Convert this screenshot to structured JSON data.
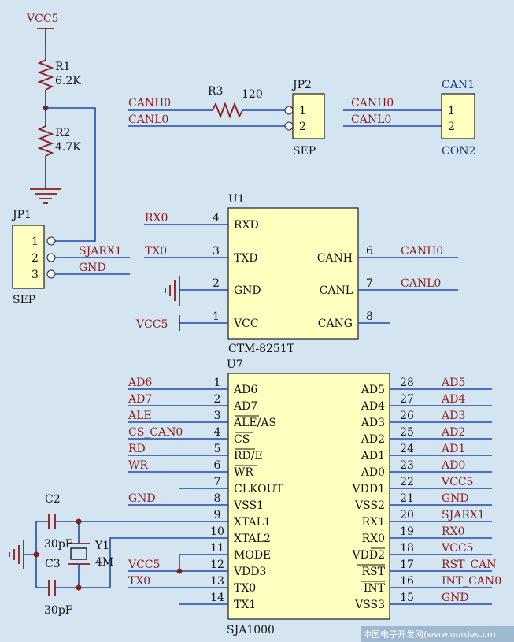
{
  "power": {
    "vcc5_top": "VCC5",
    "vcc5_u1": "VCC5",
    "vcc5_u7": "VCC5"
  },
  "resistors": {
    "r1": {
      "ref": "R1",
      "value": "6.2K"
    },
    "r2": {
      "ref": "R2",
      "value": "4.7K"
    },
    "r3": {
      "ref": "R3",
      "value": "120"
    }
  },
  "jp1": {
    "ref": "JP1",
    "type": "SEP",
    "pins": [
      "1",
      "2",
      "3"
    ],
    "nets": [
      "SJARX1",
      "GND"
    ]
  },
  "jp2": {
    "ref": "JP2",
    "type": "SEP",
    "pins": [
      "1",
      "2"
    ],
    "nets": [
      "CANH0",
      "CANL0"
    ]
  },
  "can1": {
    "ref": "CAN1",
    "type": "CON2",
    "pins": [
      "1",
      "2"
    ],
    "nets": [
      "CANH0",
      "CANL0"
    ]
  },
  "u1": {
    "ref": "U1",
    "part": "CTM-8251T",
    "left": [
      {
        "pin": "4",
        "name": "RXD",
        "net": "RX0"
      },
      {
        "pin": "3",
        "name": "TXD",
        "net": "TX0"
      },
      {
        "pin": "2",
        "name": "GND",
        "net": ""
      },
      {
        "pin": "1",
        "name": "VCC",
        "net": ""
      }
    ],
    "right": [
      {
        "pin": "6",
        "name": "CANH",
        "net": "CANH0"
      },
      {
        "pin": "7",
        "name": "CANL",
        "net": "CANL0"
      },
      {
        "pin": "8",
        "name": "CANG",
        "net": ""
      }
    ]
  },
  "u7": {
    "ref": "U7",
    "part": "SJA1000",
    "left": [
      {
        "pin": "1",
        "name": "AD6",
        "net": "AD6"
      },
      {
        "pin": "2",
        "name": "AD7",
        "net": "AD7"
      },
      {
        "pin": "3",
        "name": "ALE/AS",
        "net": "ALE"
      },
      {
        "pin": "4",
        "name": "CS",
        "net": "CS_CAN0"
      },
      {
        "pin": "5",
        "name": "RD/E",
        "net": "RD"
      },
      {
        "pin": "6",
        "name": "WR",
        "net": "WR"
      },
      {
        "pin": "7",
        "name": "CLKOUT",
        "net": ""
      },
      {
        "pin": "8",
        "name": "VSS1",
        "net": "GND"
      },
      {
        "pin": "9",
        "name": "XTAL1",
        "net": ""
      },
      {
        "pin": "10",
        "name": "XTAL2",
        "net": ""
      },
      {
        "pin": "11",
        "name": "MODE",
        "net": ""
      },
      {
        "pin": "12",
        "name": "VDD3",
        "net": ""
      },
      {
        "pin": "13",
        "name": "TX0",
        "net": "TX0"
      },
      {
        "pin": "14",
        "name": "TX1",
        "net": ""
      }
    ],
    "right": [
      {
        "pin": "28",
        "name": "AD5",
        "net": "AD5"
      },
      {
        "pin": "27",
        "name": "AD4",
        "net": "AD4"
      },
      {
        "pin": "26",
        "name": "AD3",
        "net": "AD3"
      },
      {
        "pin": "25",
        "name": "AD2",
        "net": "AD2"
      },
      {
        "pin": "24",
        "name": "AD1",
        "net": "AD1"
      },
      {
        "pin": "23",
        "name": "AD0",
        "net": "AD0"
      },
      {
        "pin": "22",
        "name": "VDD1",
        "net": "VCC5"
      },
      {
        "pin": "21",
        "name": "VSS2",
        "net": "GND"
      },
      {
        "pin": "20",
        "name": "RX1",
        "net": "SJARX1"
      },
      {
        "pin": "19",
        "name": "RX0",
        "net": "RX0"
      },
      {
        "pin": "18",
        "name": "VDD2",
        "net": "VCC5"
      },
      {
        "pin": "17",
        "name": "RST",
        "net": "RST_CAN"
      },
      {
        "pin": "16",
        "name": "INT",
        "net": "INT_CAN0"
      },
      {
        "pin": "15",
        "name": "VSS3",
        "net": "GND"
      }
    ]
  },
  "crystal": {
    "c2": {
      "ref": "C2",
      "value": "30pF"
    },
    "c3": {
      "ref": "C3",
      "value": "30pF"
    },
    "y1": {
      "ref": "Y1",
      "value": "4M"
    }
  },
  "watermark": "中国电子开发网(www.ourdev.cn)"
}
